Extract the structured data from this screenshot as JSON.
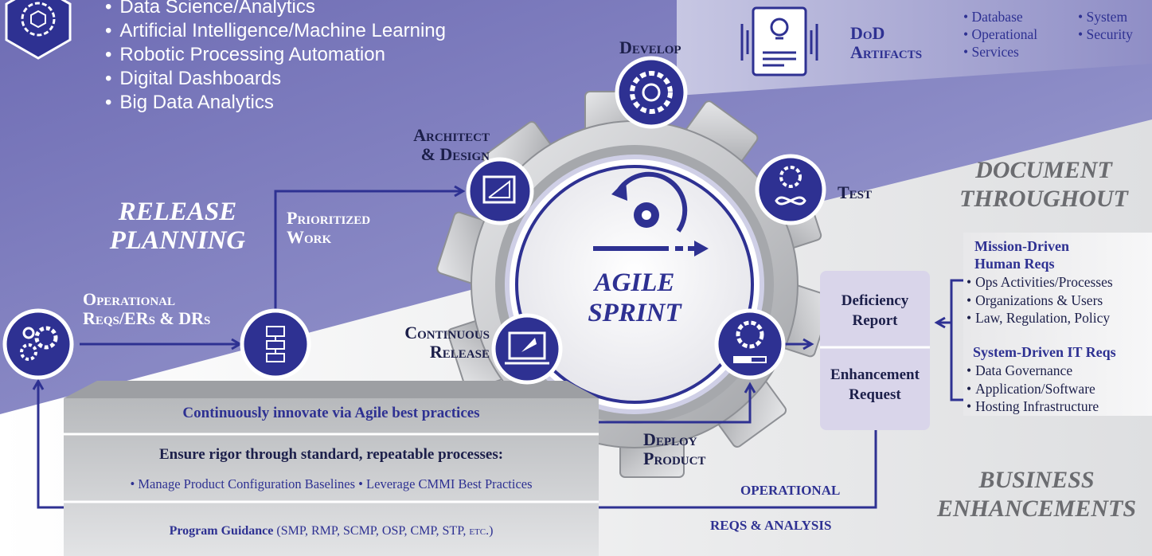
{
  "capabilities": [
    "Data Science/Analytics",
    "Artificial Intelligence/Machine Learning",
    "Robotic Processing Automation",
    "Digital Dashboards",
    "Big Data Analytics"
  ],
  "artifacts": {
    "title_line1": "DoD",
    "title_line2": "Artifacts",
    "col1": [
      "Database",
      "Operational",
      "Services"
    ],
    "col2": [
      "System",
      "Security"
    ]
  },
  "phases": {
    "develop": "Develop",
    "architect_line1": "Architect",
    "architect_line2": "& Design",
    "test": "Test",
    "continuous_line1": "Continuous",
    "continuous_line2": "Release",
    "prioritized_line1": "Prioritized",
    "prioritized_line2": "Work",
    "operational_line1": "Operational",
    "operational_line2": "Reqs/ERs & DRs",
    "deploy_line1": "Deploy",
    "deploy_line2": "Product"
  },
  "labels": {
    "release_line1": "RELEASE",
    "release_line2": "PLANNING",
    "document_line1": "DOCUMENT",
    "document_line2": "THROUGHOUT",
    "business_line1": "BUSINESS",
    "business_line2": "ENHANCEMENTS",
    "sprint_line1": "AGILE",
    "sprint_line2": "SPRINT",
    "ops_analysis_line1": "OPERATIONAL",
    "ops_analysis_line2": "REQS & ANALYSIS"
  },
  "report_box": {
    "deficiency_line1": "Deficiency",
    "deficiency_line2": "Report",
    "enhancement_line1": "Enhancement",
    "enhancement_line2": "Request"
  },
  "requirements": {
    "mission_title_line1": "Mission-Driven",
    "mission_title_line2": "Human Reqs",
    "mission_items": [
      "Ops Activities/Processes",
      "Organizations & Users",
      "Law, Regulation, Policy"
    ],
    "system_title": "System-Driven IT Reqs",
    "system_items": [
      "Data Governance",
      "Application/Software",
      "Hosting Infrastructure"
    ]
  },
  "practices": {
    "innovate": "Continuously innovate via Agile best practices",
    "rigor": "Ensure rigor through standard, repeatable processes:",
    "baselines": "• Manage Product Configuration Baselines • Leverage CMMI Best Practices",
    "guidance_bold": "Program Guidance",
    "guidance_rest": " (SMP, RMP, SCMP, OSP, CMP, STP, ",
    "guidance_etc": "etc.",
    "guidance_end": ")"
  },
  "colors": {
    "band_purple": "#8b8bc6",
    "navy": "#1c1f4a",
    "accent_blue": "#2e3192",
    "box_lavender": "#d9d5ea",
    "gear_gray": "#c8c9cc"
  },
  "icons": [
    "hex-cube-icon",
    "lightbulb-document-icon",
    "gear-wrench-icon",
    "blueprint-icon",
    "gear-infinity-icon",
    "rocket-laptop-icon",
    "gear-progress-icon",
    "flowchart-icon",
    "gears-icon",
    "gear-cycle-arrow-icon"
  ]
}
